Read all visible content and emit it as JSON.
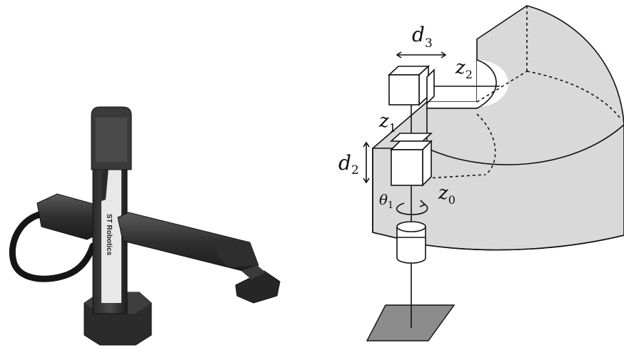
{
  "photo": {
    "brand_text": "ST Robotics"
  },
  "diagram": {
    "labels": {
      "d3": {
        "main": "d",
        "sub": "3"
      },
      "z2": {
        "main": "z",
        "sub": "2"
      },
      "z1": {
        "main": "z",
        "sub": "1"
      },
      "d2": {
        "main": "d",
        "sub": "2"
      },
      "z0": {
        "main": "z",
        "sub": "0"
      },
      "theta1": {
        "main": "θ",
        "sub": "1"
      }
    },
    "colors": {
      "workspace_fill": "#d9d9d9",
      "base_plate_fill": "#8c8c8c",
      "line": "#111111"
    }
  }
}
